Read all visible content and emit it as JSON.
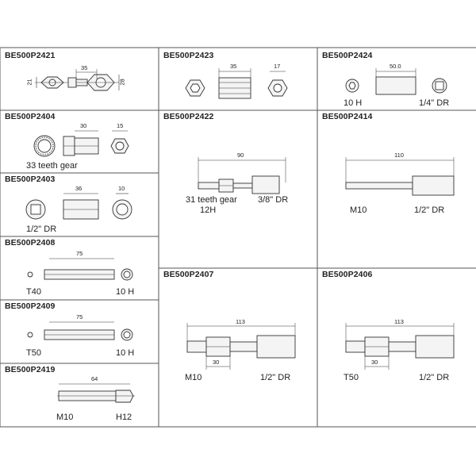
{
  "panels": [
    {
      "code": "BE500P2421",
      "dims": [
        "35",
        "21",
        "28"
      ],
      "labels": []
    },
    {
      "code": "BE500P2423",
      "dims": [
        "35",
        "17"
      ],
      "labels": []
    },
    {
      "code": "BE500P2424",
      "dims": [
        "50.0"
      ],
      "labels": [
        "10 H",
        "1/4\" DR"
      ]
    },
    {
      "code": "BE500P2404",
      "dims": [
        "30",
        "15"
      ],
      "labels": [
        "33 teeth gear"
      ]
    },
    {
      "code": "BE500P2422",
      "dims": [
        "90"
      ],
      "labels": [
        "31 teeth gear",
        "12H",
        "3/8\" DR"
      ]
    },
    {
      "code": "BE500P2414",
      "dims": [
        "110"
      ],
      "labels": [
        "M10",
        "1/2\" DR"
      ]
    },
    {
      "code": "BE500P2403",
      "dims": [
        "36",
        "10"
      ],
      "labels": [
        "1/2\" DR"
      ]
    },
    {
      "code": "BE500P2408",
      "dims": [
        "75"
      ],
      "labels": [
        "T40",
        "10 H"
      ]
    },
    {
      "code": "BE500P2407",
      "dims": [
        "113",
        "30"
      ],
      "labels": [
        "M10",
        "1/2\" DR"
      ]
    },
    {
      "code": "BE500P2406",
      "dims": [
        "113",
        "30"
      ],
      "labels": [
        "T50",
        "1/2\" DR"
      ]
    },
    {
      "code": "BE500P2409",
      "dims": [
        "75"
      ],
      "labels": [
        "T50",
        "10 H"
      ]
    },
    {
      "code": "BE500P2419",
      "dims": [
        "64"
      ],
      "labels": [
        "M10",
        "H12"
      ]
    }
  ]
}
